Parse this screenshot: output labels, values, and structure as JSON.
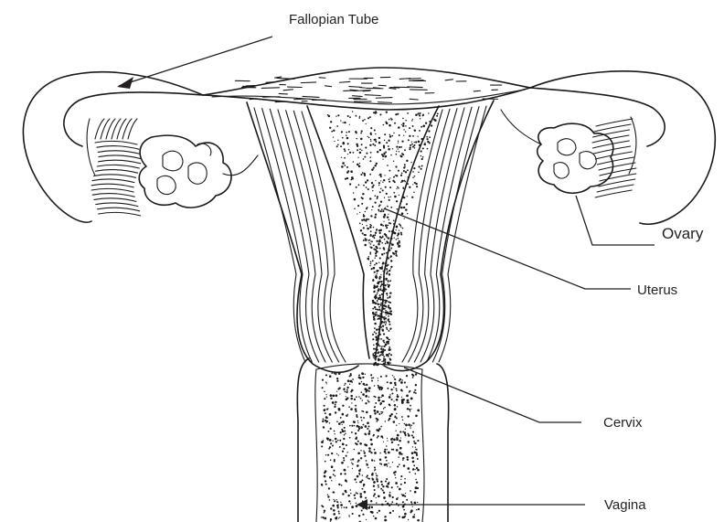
{
  "diagram": {
    "labels": {
      "fallopian_tube": "Fallopian Tube",
      "ovary": "Ovary",
      "uterus": "Uterus",
      "cervix": "Cervix",
      "vagina": "Vagina"
    },
    "colors": {
      "ink": "#1a1a1a",
      "label_text": "#231f20",
      "background": "#ffffff"
    }
  }
}
